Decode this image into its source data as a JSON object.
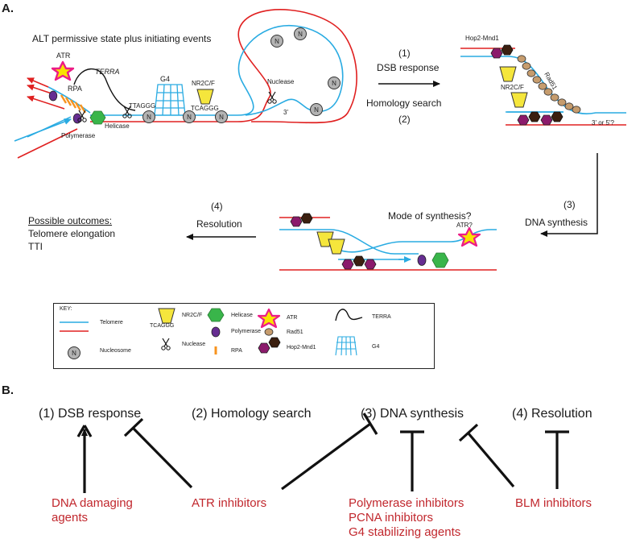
{
  "panel_a": {
    "letter": "A.",
    "state_title": "ALT permissive state plus initiating events",
    "labels": {
      "atr": "ATR",
      "rpa": "RPA",
      "terra": "TERRA",
      "g4": "G4",
      "nr2cf": "NR2C/F",
      "tcaggg": "TCAGGG",
      "ttaggg": "TTAGGG",
      "helicase": "Helicase",
      "polymerase": "Polymerase",
      "nuclease": "Nuclease",
      "three_prime": "3'",
      "nucleosome_letter": "N",
      "hop2": "Hop2-Mnd1",
      "nr2cf_right": "NR2C/F",
      "rad51": "Rad51",
      "three_or_five": "3' or 5'?",
      "mode_of_synthesis": "Mode of synthesis?",
      "atr_q": "ATR?"
    },
    "steps": {
      "s1_num": "(1)",
      "s1_label": "DSB response",
      "s2_label": "Homology search",
      "s2_num": "(2)",
      "s3_num": "(3)",
      "s3_label": "DNA synthesis",
      "s4_num": "(4)",
      "s4_label": "Resolution"
    },
    "outcomes": {
      "title": "Possible outcomes:",
      "item1": "Telomere elongation",
      "item2": "TTI"
    },
    "key": {
      "title": "KEY:",
      "telomere": "Telomere",
      "nucleosome": "Nucleosome",
      "nr2cf": "NR2C/F",
      "tcaggg": "TCAGGG",
      "nuclease": "Nuclease",
      "helicase": "Helicase",
      "polymerase": "Polymerase",
      "rpa": "RPA",
      "atr": "ATR",
      "rad51": "Rad51",
      "hop2": "Hop2-Mnd1",
      "terra": "TERRA",
      "g4": "G4"
    },
    "colors": {
      "telomere": "#29abe2",
      "other_strand": "#e02020",
      "nucleosome": "#b3b3b3",
      "nr2cf": "#f5e63c",
      "helicase": "#39b54a",
      "polymerase": "#662d91",
      "rpa": "#f7931e",
      "atr_star": "#ec1c86",
      "atr_fill": "#f9e300",
      "rad51": "#c69c6d",
      "hop2_dark": "#3b1f0f",
      "hop2_purple": "#8b1a6b"
    }
  },
  "panel_b": {
    "letter": "B.",
    "steps": {
      "s1": "(1) DSB response",
      "s2": "(2) Homology search",
      "s3": "(3) DNA synthesis",
      "s4": "(4) Resolution"
    },
    "agents": {
      "dna_damaging_1": "DNA damaging",
      "dna_damaging_2": "agents",
      "atr_inhibitors": "ATR inhibitors",
      "polymerase_inhibitors": "Polymerase inhibitors",
      "pcna_inhibitors": "PCNA inhibitors",
      "g4_stabilizing": "G4 stabilizing agents",
      "blm_inhibitors": "BLM inhibitors"
    },
    "colors": {
      "agent_text": "#c1272d"
    }
  }
}
